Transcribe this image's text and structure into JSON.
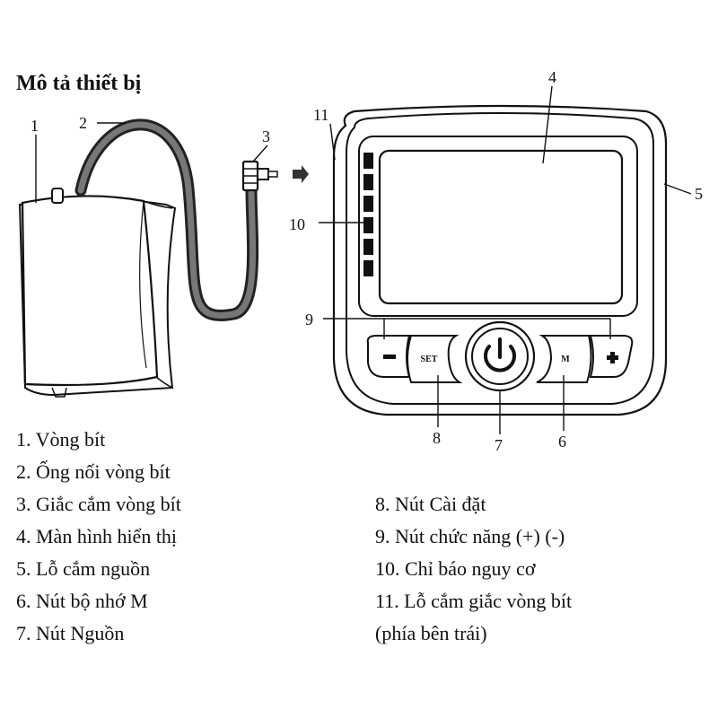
{
  "heading": "Mô tả thiết bị",
  "callouts": [
    "1",
    "2",
    "3",
    "4",
    "5",
    "6",
    "7",
    "8",
    "9",
    "10",
    "11"
  ],
  "buttons": {
    "set": "SET",
    "memory": "M",
    "minus": "−",
    "plus": "+"
  },
  "legend_left": [
    "1. Vòng bít",
    "2. Ống nối vòng bít",
    "3. Giắc cắm vòng bít",
    "4. Màn hình hiển thị",
    "5. Lỗ cắm nguồn",
    "6. Nút bộ nhớ M",
    "7. Nút Nguồn"
  ],
  "legend_right": [
    "8. Nút Cài đặt",
    "9. Nút chức năng (+) (-)",
    "10. Chỉ báo nguy cơ",
    "11. Lỗ cắm giắc vòng bít",
    "(phía bên trái)"
  ]
}
